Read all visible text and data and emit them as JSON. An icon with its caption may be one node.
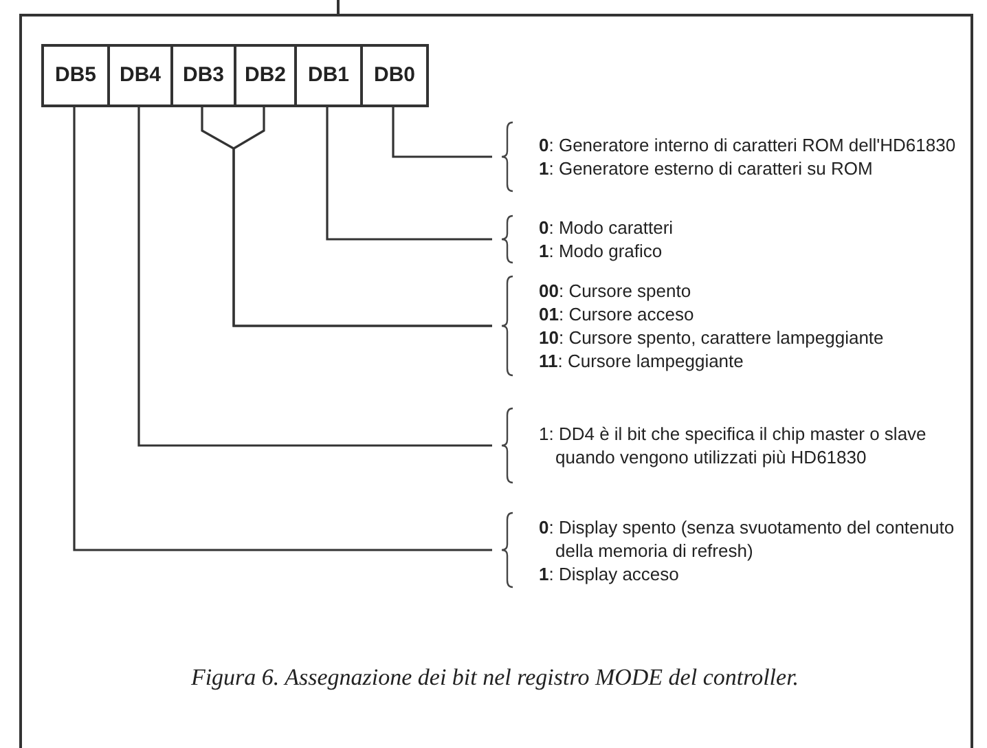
{
  "diagram": {
    "caption": "Figura 6. Assegnazione dei bit nel registro MODE del controller.",
    "nodes": [
      {
        "text": [
          "DB5"
        ]
      },
      {
        "text": [
          "DB4"
        ]
      },
      {
        "text": [
          "DB3"
        ]
      },
      {
        "text": [
          "DB2"
        ]
      },
      {
        "text": [
          "DB1"
        ]
      },
      {
        "text": [
          "DB0"
        ]
      },
      {
        "text": [
          "**0**: Generatore interno di caratteri ROM dell'HD61830",
          "**1**: Generatore esterno di caratteri su ROM"
        ]
      },
      {
        "text": [
          "**0**: Modo caratteri",
          "**1**: Modo grafico"
        ]
      },
      {
        "text": [
          "**00**: Cursore spento",
          "**01**: Cursore acceso",
          "**10**: Cursore spento, carattere lampeggiante",
          "**11**: Cursore lampeggiante"
        ]
      },
      {
        "text": [
          "1: DD4 è il bit che specifica il chip master o slave quando vengono utilizzati più HD61830"
        ]
      },
      {
        "text": [
          "**0**: Display spento (senza svuotamento del contenuto della memoria di refresh)",
          "**1**: Display acceso"
        ]
      }
    ],
    "edges": [
      {
        "from": 5,
        "to": 6,
        "arrow": "none"
      },
      {
        "from": 4,
        "to": 7,
        "arrow": "none"
      },
      {
        "from": 2,
        "to": 8,
        "arrow": "none"
      },
      {
        "from": 3,
        "to": 8,
        "arrow": "none"
      },
      {
        "from": 1,
        "to": 9,
        "arrow": "none"
      },
      {
        "from": 0,
        "to": 10,
        "arrow": "none"
      }
    ]
  }
}
